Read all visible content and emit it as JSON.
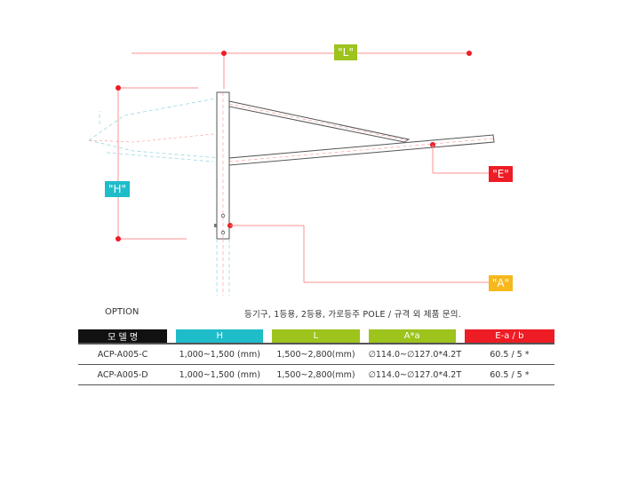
{
  "drawing": {
    "labels": {
      "L": "\"L\"",
      "H": "\"H\"",
      "E": "\"E\"",
      "A": "\"A\""
    },
    "colors": {
      "L": "#9dc31d",
      "H": "#1fbcc9",
      "E": "#ee1c25",
      "A": "#f6b81d",
      "dimension_line": "#ff8080",
      "pole": "#555555"
    }
  },
  "option": {
    "label": "OPTION",
    "text": "등기구, 1등용, 2등용, 가로등주 POLE / 규격 외 제품 문의."
  },
  "table": {
    "headers": [
      "모 델 명",
      "H",
      "L",
      "A*a",
      "E-a / b"
    ],
    "header_colors": [
      "#111111",
      "#1fbcc9",
      "#9dc31d",
      "#9dc31d",
      "#ee1c25"
    ],
    "rows": [
      [
        "ACP-A005-C",
        "1,000~1,500 (mm)",
        "1,500~2,800(mm)",
        "∅114.0~∅127.0*4.2T",
        "60.5 / 5 *"
      ],
      [
        "ACP-A005-D",
        "1,000~1,500 (mm)",
        "1,500~2,800(mm)",
        "∅114.0~∅127.0*4.2T",
        "60.5 / 5 *"
      ]
    ]
  }
}
